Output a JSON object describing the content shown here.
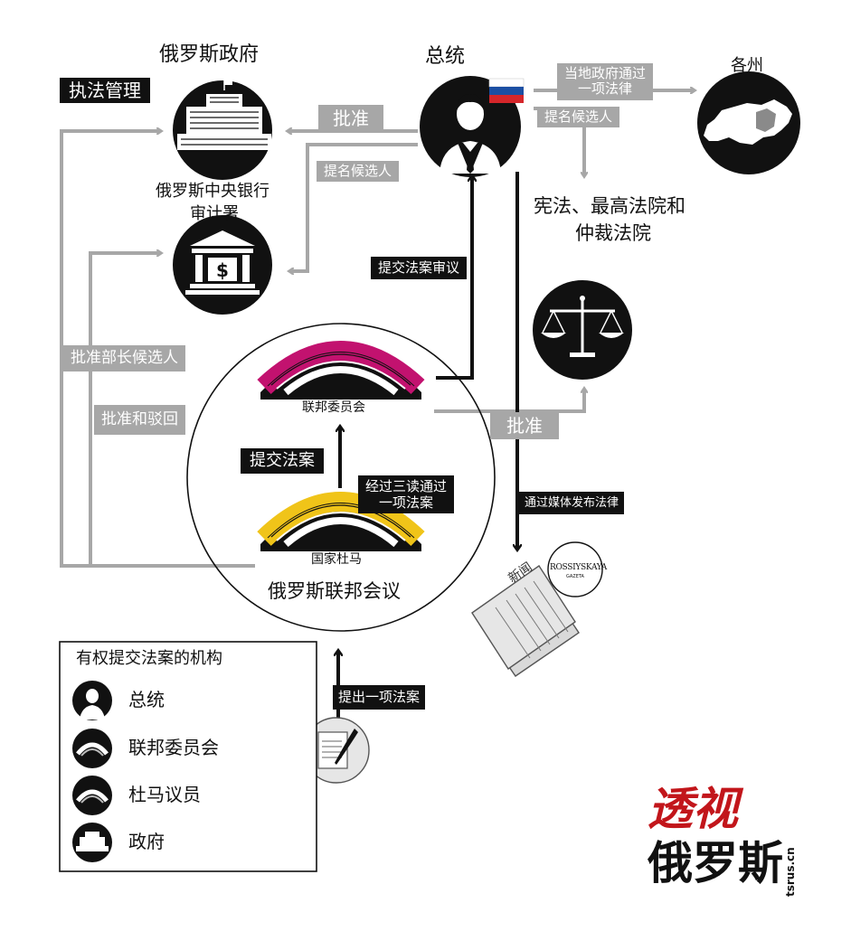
{
  "labels": {
    "gov_title": "俄罗斯政府",
    "president_title": "总统",
    "states": "各州",
    "law_enforcement": "执法管理",
    "approve_top": "批准",
    "local_gov_pass_1": "当地政府通过",
    "local_gov_pass_2": "一项法律",
    "nominate_right": "提名候选人",
    "nominate_left": "提名候选人",
    "bank_1": "俄罗斯中央银行",
    "bank_2": "审计署",
    "courts_1": "宪法、最高法院和",
    "courts_2": "仲裁法院",
    "submit_review": "提交法案审议",
    "approve_minister": "批准部长候选人",
    "approve_reject": "批准和驳回",
    "federation_council": "联邦委员会",
    "approve_mid": "批准",
    "submit_bill": "提交法案",
    "three_readings_1": "经过三读通过",
    "three_readings_2": "一项法案",
    "publish_law": "通过媒体发布法律",
    "duma": "国家杜马",
    "federal_assembly": "俄罗斯联邦会议",
    "newspaper_word": "新闻",
    "paper_brand": "ROSSIYSKAYA",
    "paper_brand_sub": "GAZETA",
    "propose_bill": "提出一项法案"
  },
  "legend": {
    "title": "有权提交法案的机构",
    "items": [
      {
        "icon": "president-icon",
        "label": "总统"
      },
      {
        "icon": "federation-council-icon",
        "label": "联邦委员会"
      },
      {
        "icon": "duma-icon",
        "label": "杜马议员"
      },
      {
        "icon": "government-icon",
        "label": "政府"
      }
    ]
  },
  "watermark": {
    "top": "透视",
    "bottom": "俄罗斯",
    "domain": "tsrus.cn"
  },
  "colors": {
    "black": "#111111",
    "gray": "#a7a7a7",
    "magenta": "#c2126f",
    "yellow": "#f0c419",
    "watermark_red": "#c2161b"
  }
}
